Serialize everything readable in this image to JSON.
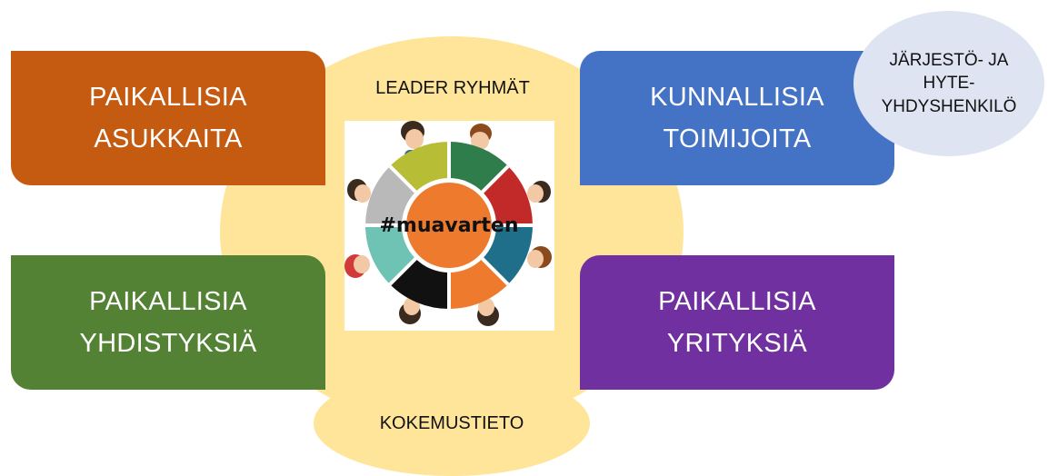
{
  "center": {
    "title": "LEADER RYHMÄT",
    "image_text": "#muavarten",
    "bottom_label": "KOKEMUSTIETO"
  },
  "boxes": {
    "top_left": {
      "line1": "PAIKALLISIA",
      "line2": "ASUKKAITA",
      "color": "#C55A11"
    },
    "top_right": {
      "line1": "KUNNALLISIA",
      "line2": "TOIMIJOITA",
      "color": "#4472C4"
    },
    "bottom_left": {
      "line1": "PAIKALLISIA",
      "line2": "YHDISTYKSIÄ",
      "color": "#548235"
    },
    "bottom_right": {
      "line1": "PAIKALLISIA",
      "line2": "YRITYKSIÄ",
      "color": "#7030A0"
    }
  },
  "callout": {
    "line1": "JÄRJESTÖ- JA",
    "line2": "HYTE-",
    "line3": "YHDYSHENKILÖ"
  },
  "colors": {
    "hub_fill": "#FFE599",
    "callout_fill": "#DEE4F1"
  }
}
